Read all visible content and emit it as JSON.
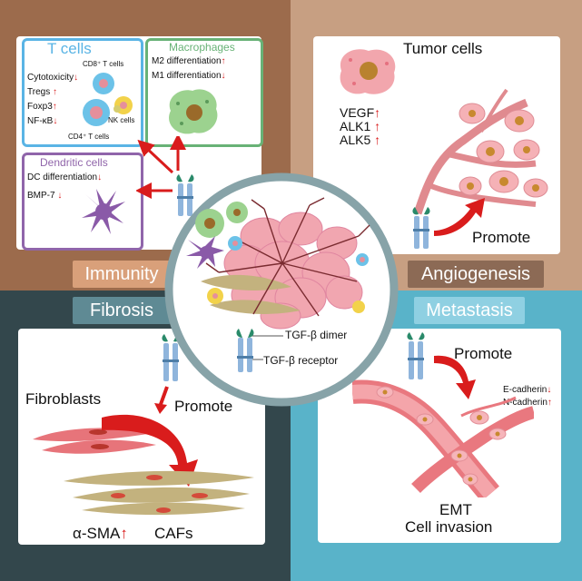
{
  "colors": {
    "immunity_bg": "#9c6b4c",
    "angiogenesis_bg": "#c79f82",
    "fibrosis_bg": "#33474c",
    "metastasis_bg": "#59b3c9",
    "t_cell_border": "#5ab4e5",
    "macrophage_border": "#68b276",
    "dendritic_border": "#9065aa",
    "arrow_red": "#d91c1c",
    "circle_border": "#87a3a8"
  },
  "immunity": {
    "section_label": "Immunity",
    "t_cells": {
      "title": "T cells",
      "cytotoxicity": "Cytotoxicity",
      "tregs": "Tregs",
      "foxp3": "Foxp3",
      "nfkb": "NF-κB",
      "cd8": "CD8⁺ T cells",
      "cd4": "CD4⁺ T cells",
      "nk": "NK cells"
    },
    "macrophages": {
      "title": "Macrophages",
      "m2": "M2 differentiation",
      "m1": "M1 differentiation"
    },
    "dendritic": {
      "title": "Dendritic cells",
      "dc_diff": "DC differentiation",
      "bmp7": "BMP-7"
    }
  },
  "angiogenesis": {
    "section_label": "Angiogenesis",
    "title": "Tumor cells",
    "vegf": "VEGF",
    "alk1": "ALK1",
    "alk5": "ALK5",
    "promote": "Promote"
  },
  "fibrosis": {
    "section_label": "Fibrosis",
    "fibroblasts": "Fibroblasts",
    "promote": "Promote",
    "asma": "α-SMA",
    "cafs": "CAFs"
  },
  "metastasis": {
    "section_label": "Metastasis",
    "promote": "Promote",
    "ecadherin": "E-cadherin",
    "ncadherin": "N-cadherin",
    "emt": "EMT",
    "invasion": "Cell invasion"
  },
  "center": {
    "dimer": "TGF-β dimer",
    "receptor": "TGF-β receptor"
  },
  "arrows": {
    "up": "↑",
    "down": "↓"
  }
}
